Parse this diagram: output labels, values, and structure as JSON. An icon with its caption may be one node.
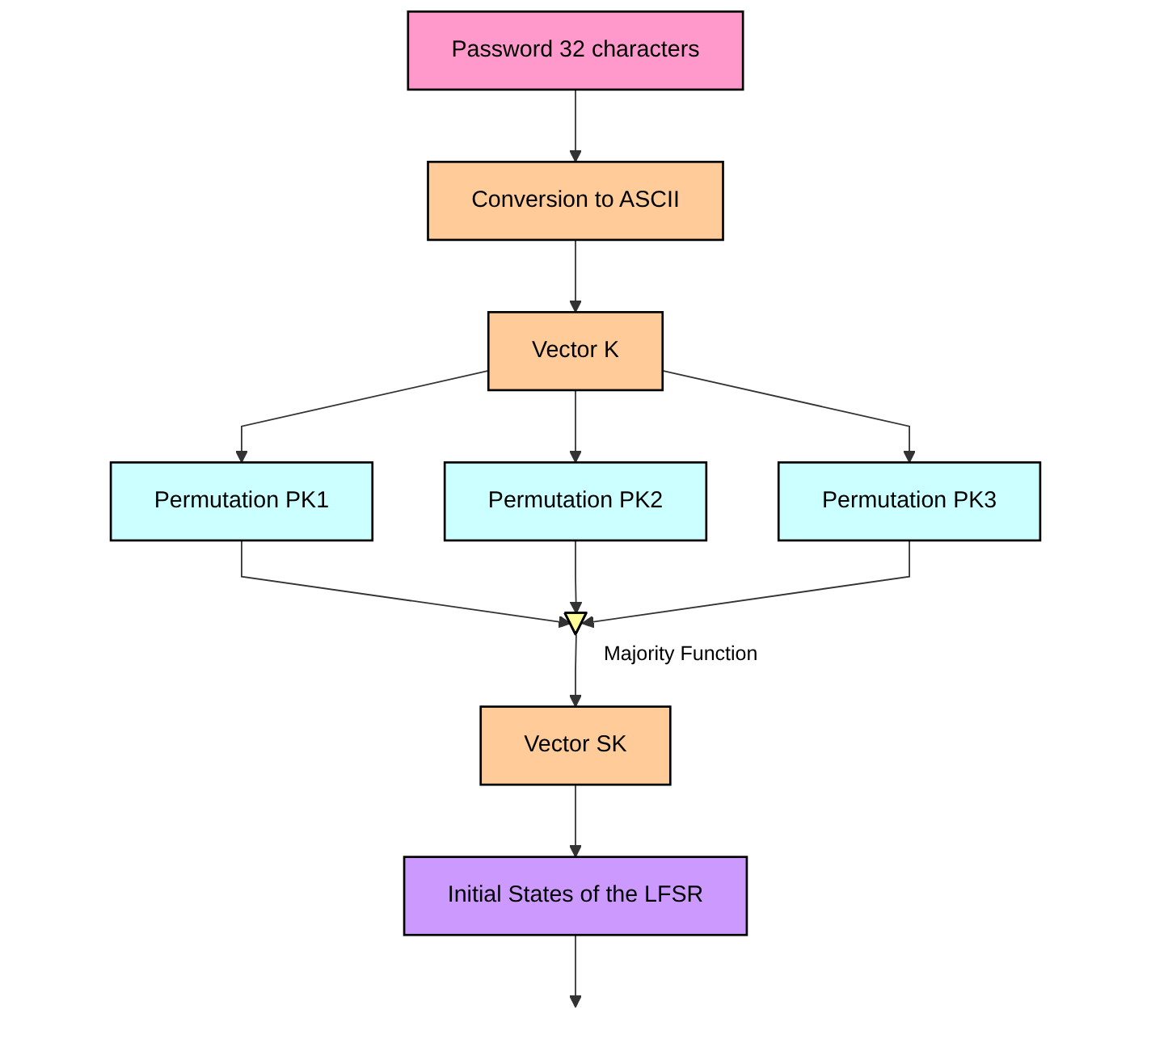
{
  "diagram": {
    "nodes": [
      {
        "text": [
          "Password 32 characters"
        ]
      },
      {
        "text": [
          "Conversion to ASCII"
        ]
      },
      {
        "text": [
          "Vector K"
        ]
      },
      {
        "text": [
          "Permutation PK1"
        ]
      },
      {
        "text": [
          "Permutation PK2"
        ]
      },
      {
        "text": [
          "Permutation PK3"
        ]
      },
      {
        "text": [],
        "shape": "triangle",
        "beside": [
          "Majority Function"
        ]
      },
      {
        "text": [
          "Vector SK"
        ]
      },
      {
        "text": [
          "Initial States of the LFSR"
        ]
      }
    ],
    "edges": [
      {
        "from": 0,
        "to": 1,
        "arrow": "to"
      },
      {
        "from": 1,
        "to": 2,
        "arrow": "to"
      },
      {
        "from": 2,
        "to": 3,
        "arrow": "to"
      },
      {
        "from": 2,
        "to": 4,
        "arrow": "to"
      },
      {
        "from": 2,
        "to": 5,
        "arrow": "to"
      },
      {
        "from": 3,
        "to": 6,
        "arrow": "to"
      },
      {
        "from": 4,
        "to": 6,
        "arrow": "to"
      },
      {
        "from": 5,
        "to": 6,
        "arrow": "to"
      },
      {
        "from": 6,
        "to": 7,
        "arrow": "to"
      },
      {
        "from": 7,
        "to": 8,
        "arrow": "to"
      },
      {
        "from": 8,
        "to": null,
        "arrow": "to"
      }
    ]
  }
}
